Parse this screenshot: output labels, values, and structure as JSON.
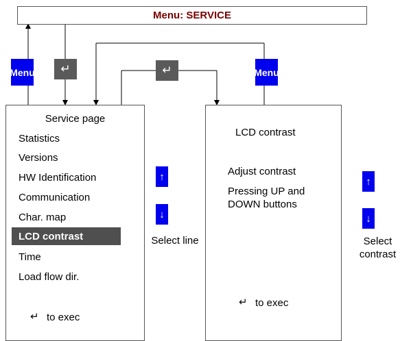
{
  "title": "Menu: SERVICE",
  "buttons": {
    "menu_left": "Menu",
    "menu_right": "Menu",
    "enter_symbol": "↵",
    "up_symbol": "↑",
    "down_symbol": "↓"
  },
  "left_panel": {
    "heading": "Service page",
    "items": [
      "Statistics",
      "Versions",
      "HW Identification",
      "Communication",
      "Char. map",
      "LCD contrast",
      "Time",
      "Load flow dir."
    ],
    "selected_index": 5,
    "footer_symbol": "↵",
    "footer_text": "to exec"
  },
  "select_line_label": "Select line",
  "right_panel": {
    "heading": "LCD contrast",
    "line1": "Adjust contrast",
    "line2": "Pressing UP and",
    "line3": "DOWN buttons",
    "footer_symbol": "↵",
    "footer_text": "to exec"
  },
  "select_contrast_label_1": "Select",
  "select_contrast_label_2": "contrast",
  "colors": {
    "title": "#7a0000",
    "button_blue": "#0000ee",
    "enter_gray": "#5a5a5a",
    "highlight": "#4f4f4f"
  }
}
